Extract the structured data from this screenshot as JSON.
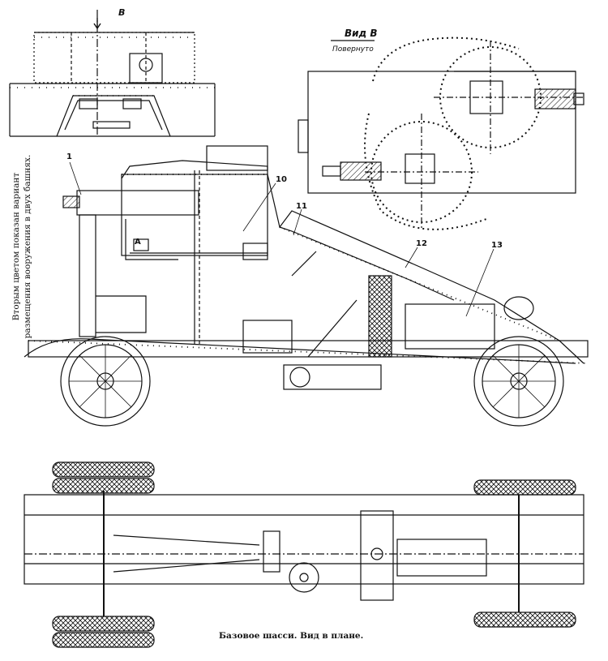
{
  "top_view": {
    "arrow_label": "В"
  },
  "view_b": {
    "title": "Вид В",
    "subtitle": "Повернуто"
  },
  "side_note": {
    "line1": "Вторым цветом показан вариант",
    "line2": "размещения вооружения в двух башнях."
  },
  "callouts": [
    "1",
    "10",
    "11",
    "12",
    "13"
  ],
  "marker": "А",
  "caption": "Базовое шасси. Вид в плане."
}
